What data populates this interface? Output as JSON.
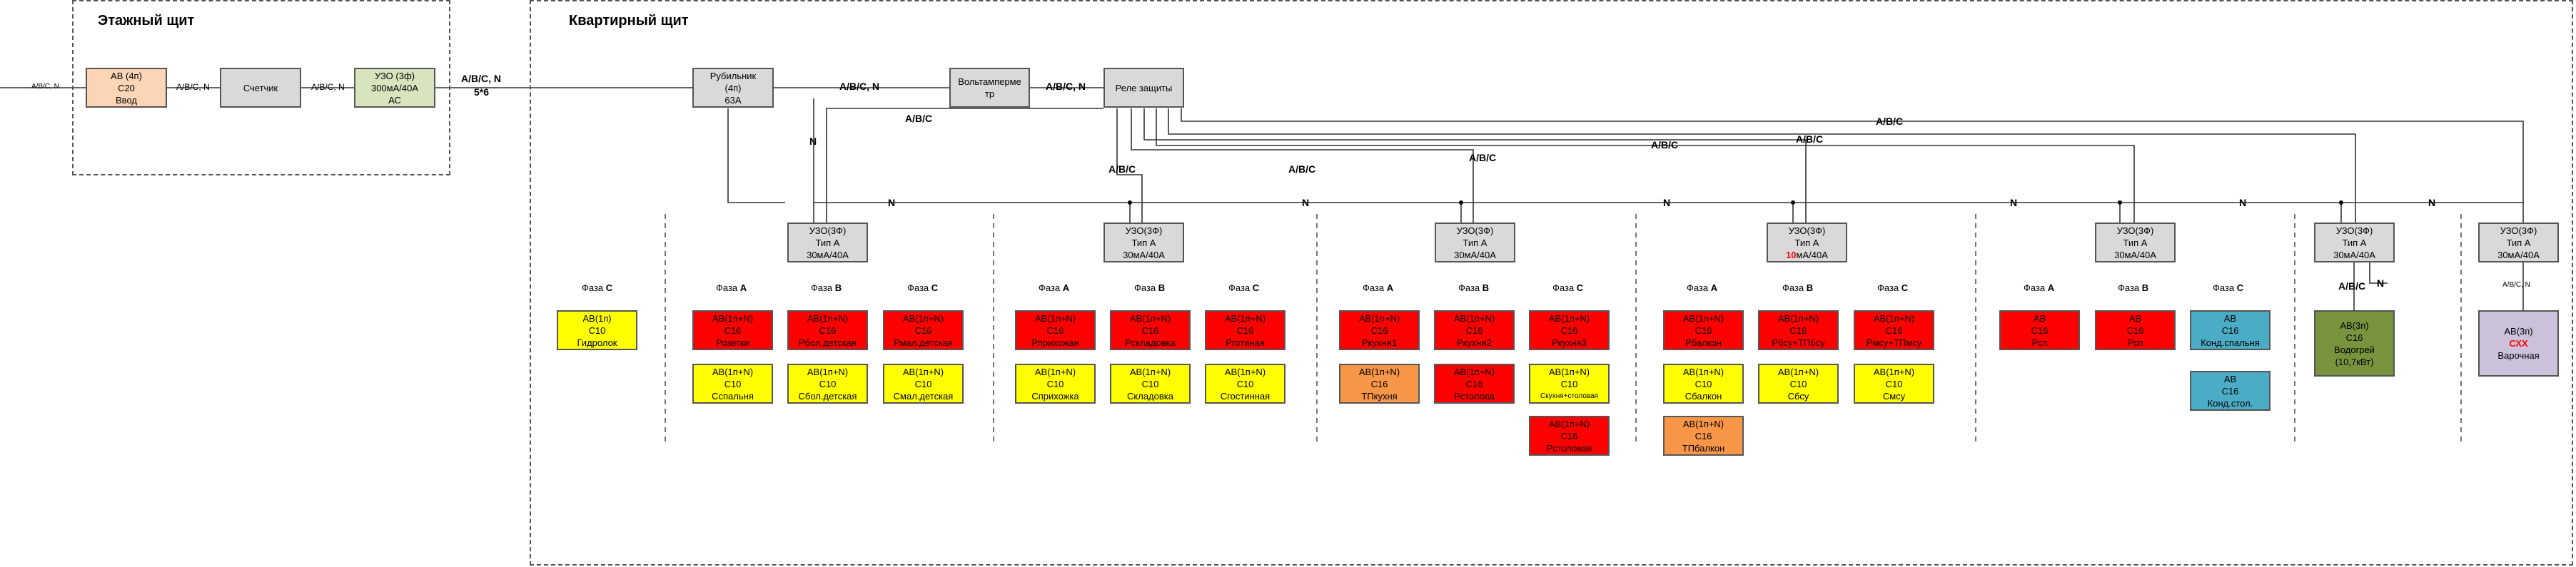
{
  "panels": {
    "floor": {
      "title": "Этажный щит"
    },
    "apartment": {
      "title": "Квартирный щит"
    }
  },
  "boxes": {
    "av_input": [
      "АВ (4п)",
      "С20",
      "Ввод"
    ],
    "meter": [
      "Счетчик"
    ],
    "uzo_main": [
      "УЗО (3ф)",
      "300мА/40А",
      "АС"
    ],
    "switch": [
      "Рубильник",
      "(4п)",
      "63А"
    ],
    "voltmeter": [
      "Вольтамперме",
      "тр"
    ],
    "relay": [
      "Реле защиты"
    ],
    "uzo1": [
      "УЗО(3Ф)",
      "Тип А",
      "30мА/40А"
    ],
    "uzo2": [
      "УЗО(3Ф)",
      "Тип А",
      "30мА/40А"
    ],
    "uzo3": [
      "УЗО(3Ф)",
      "Тип А",
      "30мА/40А"
    ],
    "uzo4": [
      "УЗО(3Ф)",
      "Тип А",
      "мА/40А"
    ],
    "uzo4_red": "10",
    "uzo5": [
      "УЗО(3Ф)",
      "Тип А",
      "30мА/40А"
    ],
    "uzo6": [
      "УЗО(3Ф)",
      "Тип А",
      "30мА/40А"
    ],
    "uzo7": [
      "УЗО(3Ф)",
      "Тип А",
      "30мА/40А"
    ],
    "hydrolock": [
      "АВ(1п)",
      "С10",
      "Гидролок"
    ],
    "g1_a1": [
      "АВ(1п+N)",
      "С16",
      "Розетки"
    ],
    "g1_b1": [
      "АВ(1п+N)",
      "С16",
      "Рбол.детская"
    ],
    "g1_c1": [
      "АВ(1п+N)",
      "С16",
      "Рмал.детская"
    ],
    "g1_a2": [
      "АВ(1п+N)",
      "С10",
      "Сспальня"
    ],
    "g1_b2": [
      "АВ(1п+N)",
      "С10",
      "Сбол.детская"
    ],
    "g1_c2": [
      "АВ(1п+N)",
      "С10",
      "Смал.детская"
    ],
    "g2_a1": [
      "АВ(1п+N)",
      "С16",
      "Рприхожая"
    ],
    "g2_b1": [
      "АВ(1п+N)",
      "С16",
      "Рскладовка"
    ],
    "g2_c1": [
      "АВ(1п+N)",
      "С16",
      "Рготиная"
    ],
    "g2_a2": [
      "АВ(1п+N)",
      "С10",
      "Сприхожка"
    ],
    "g2_b2": [
      "АВ(1п+N)",
      "С10",
      "Складовка"
    ],
    "g2_c2": [
      "АВ(1п+N)",
      "С10",
      "Сгостинная"
    ],
    "g3_a1": [
      "АВ(1п+N)",
      "С16",
      "Ркухня1"
    ],
    "g3_b1": [
      "АВ(1п+N)",
      "С16",
      "Ркухня2"
    ],
    "g3_c1": [
      "АВ(1п+N)",
      "С16",
      "Ркухня3"
    ],
    "g3_a2": [
      "АВ(1п+N)",
      "С16",
      "ТПкухня"
    ],
    "g3_b2": [
      "АВ(1п+N)",
      "С16",
      "Рстолова"
    ],
    "g3_c2": [
      "АВ(1п+N)",
      "С10",
      "Скухня+столовая"
    ],
    "g3_c3": [
      "АВ(1п+N)",
      "С16",
      "Рстоловая"
    ],
    "g4_a1": [
      "АВ(1п+N)",
      "С16",
      "Рбалкон"
    ],
    "g4_b1": [
      "АВ(1п+N)",
      "С16",
      "Рбсу+ТПбсу"
    ],
    "g4_c1": [
      "АВ(1п+N)",
      "С16",
      "Рмсу+ТПмсу"
    ],
    "g4_a2": [
      "АВ(1п+N)",
      "С10",
      "Сбалкон"
    ],
    "g4_b2": [
      "АВ(1п+N)",
      "С10",
      "Сбсу"
    ],
    "g4_c2": [
      "АВ(1п+N)",
      "С10",
      "Смсу"
    ],
    "g4_a3": [
      "АВ(1п+N)",
      "С16",
      "ТПбалкон"
    ],
    "g5_a1": [
      "АВ",
      "С16",
      "Рсп"
    ],
    "g5_b1": [
      "АВ",
      "С16",
      "Рсп"
    ],
    "g5_c1": [
      "АВ",
      "С16",
      "Конд.спальня"
    ],
    "g5_c2": [
      "АВ",
      "С16",
      "Конд.стол."
    ],
    "heater": [
      "АВ(3п)",
      "С16",
      "Водогрей",
      "(10,7кВт)"
    ],
    "stove": [
      "АВ(3п)",
      "",
      "Варочная"
    ],
    "stove_red": "СХХ"
  },
  "phases": {
    "a": "А",
    "b": "В",
    "c": "С",
    "prefix": "Фаза"
  },
  "labels": {
    "abcn": "А/В/С, N",
    "abcn_bold": "А/В/С, N",
    "cable": "5*6",
    "n": "N",
    "abc": "А/В/С",
    "abc_small": "А/В/С, N"
  },
  "colors": {
    "grey": "#d9d9d9",
    "red": "#ff0000",
    "yellow": "#ffff00",
    "orange": "#f79646",
    "teal": "#4bacc6",
    "green": "#77933c",
    "lavender": "#ccc1da",
    "peach": "#fbd5b5",
    "olive": "#d7e4bd"
  }
}
